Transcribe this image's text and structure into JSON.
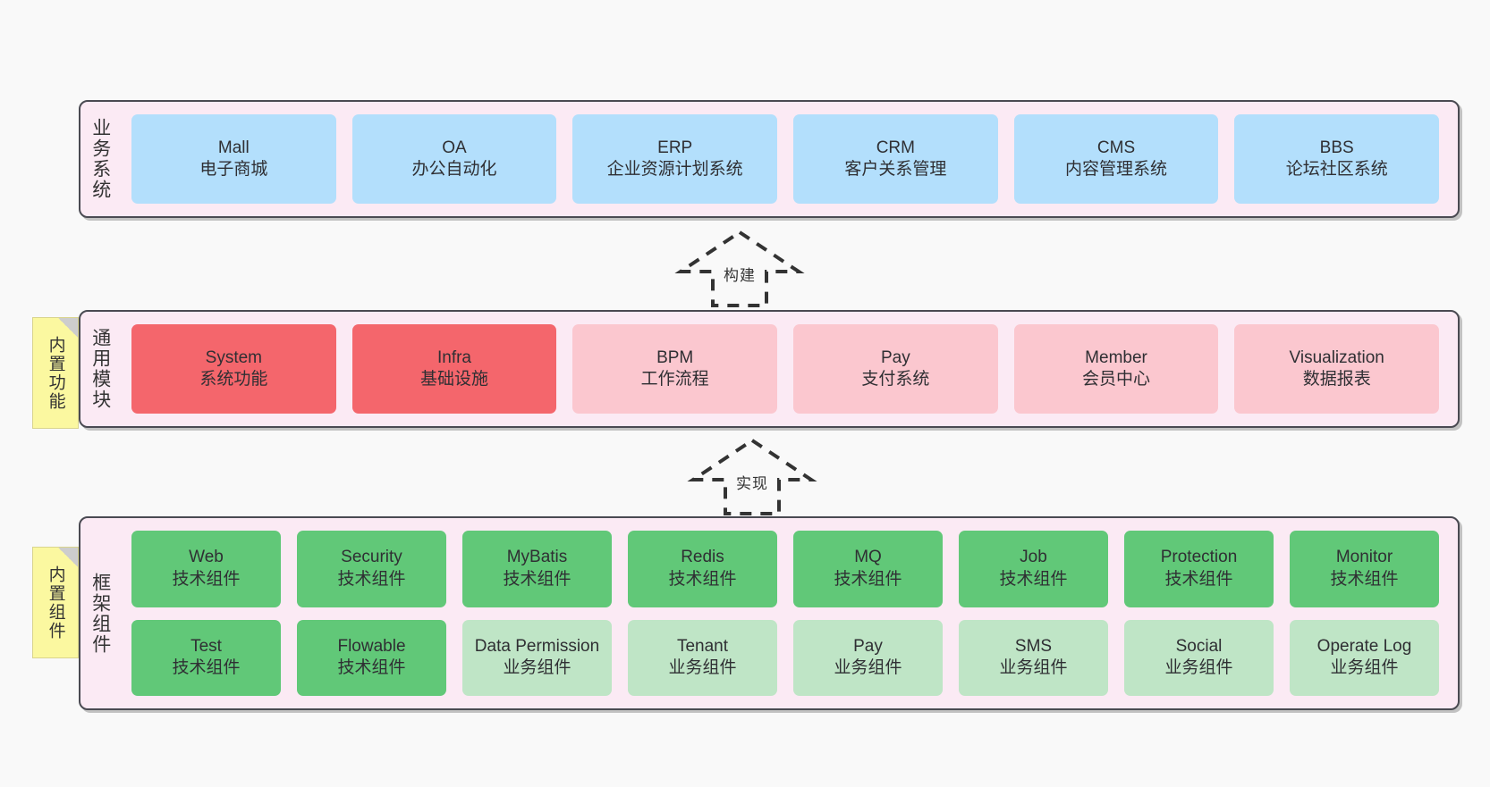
{
  "layers": [
    {
      "id": "business",
      "title": "业务系统",
      "palette": "c-blue",
      "rows": [
        [
          {
            "name": "Mall",
            "desc": "电子商城"
          },
          {
            "name": "OA",
            "desc": "办公自动化"
          },
          {
            "name": "ERP",
            "desc": "企业资源计划系统"
          },
          {
            "name": "CRM",
            "desc": "客户关系管理"
          },
          {
            "name": "CMS",
            "desc": "内容管理系统"
          },
          {
            "name": "BBS",
            "desc": "论坛社区系统"
          }
        ]
      ]
    },
    {
      "id": "common",
      "title": "通用模块",
      "note": "内置功能",
      "rows": [
        [
          {
            "name": "System",
            "desc": "系统功能",
            "palette": "c-red-strong"
          },
          {
            "name": "Infra",
            "desc": "基础设施",
            "palette": "c-red-strong"
          },
          {
            "name": "BPM",
            "desc": "工作流程",
            "palette": "c-red-light"
          },
          {
            "name": "Pay",
            "desc": "支付系统",
            "palette": "c-red-light"
          },
          {
            "name": "Member",
            "desc": "会员中心",
            "palette": "c-red-light"
          },
          {
            "name": "Visualization",
            "desc": "数据报表",
            "palette": "c-red-light"
          }
        ]
      ]
    },
    {
      "id": "framework",
      "title": "框架组件",
      "note": "内置组件",
      "rows": [
        [
          {
            "name": "Web",
            "desc": "技术组件",
            "palette": "c-green-strong"
          },
          {
            "name": "Security",
            "desc": "技术组件",
            "palette": "c-green-strong"
          },
          {
            "name": "MyBatis",
            "desc": "技术组件",
            "palette": "c-green-strong"
          },
          {
            "name": "Redis",
            "desc": "技术组件",
            "palette": "c-green-strong"
          },
          {
            "name": "MQ",
            "desc": "技术组件",
            "palette": "c-green-strong"
          },
          {
            "name": "Job",
            "desc": "技术组件",
            "palette": "c-green-strong"
          },
          {
            "name": "Protection",
            "desc": "技术组件",
            "palette": "c-green-strong"
          },
          {
            "name": "Monitor",
            "desc": "技术组件",
            "palette": "c-green-strong"
          }
        ],
        [
          {
            "name": "Test",
            "desc": "技术组件",
            "palette": "c-green-strong"
          },
          {
            "name": "Flowable",
            "desc": "技术组件",
            "palette": "c-green-strong"
          },
          {
            "name": "Data Permission",
            "desc": "业务组件",
            "palette": "c-green-light",
            "wrap": true
          },
          {
            "name": "Tenant",
            "desc": "业务组件",
            "palette": "c-green-light"
          },
          {
            "name": "Pay",
            "desc": "业务组件",
            "palette": "c-green-light"
          },
          {
            "name": "SMS",
            "desc": "业务组件",
            "palette": "c-green-light"
          },
          {
            "name": "Social",
            "desc": "业务组件",
            "palette": "c-green-light"
          },
          {
            "name": "Operate Log",
            "desc": "业务组件",
            "palette": "c-green-light"
          }
        ]
      ]
    }
  ],
  "arrows": [
    {
      "id": "build",
      "label": "构建"
    },
    {
      "id": "impl",
      "label": "实现"
    }
  ],
  "colors": {
    "canvas": "#f9f9f9",
    "layer_bg": "#fbeaf4",
    "layer_border": "#4a4a52",
    "note_bg": "#fbf8a0",
    "blue": "#b3dffc",
    "red_strong": "#f4666c",
    "red_light": "#fbc7cf",
    "green_strong": "#61c878",
    "green_light": "#bfe5c6",
    "arrow_stroke": "#333333"
  }
}
